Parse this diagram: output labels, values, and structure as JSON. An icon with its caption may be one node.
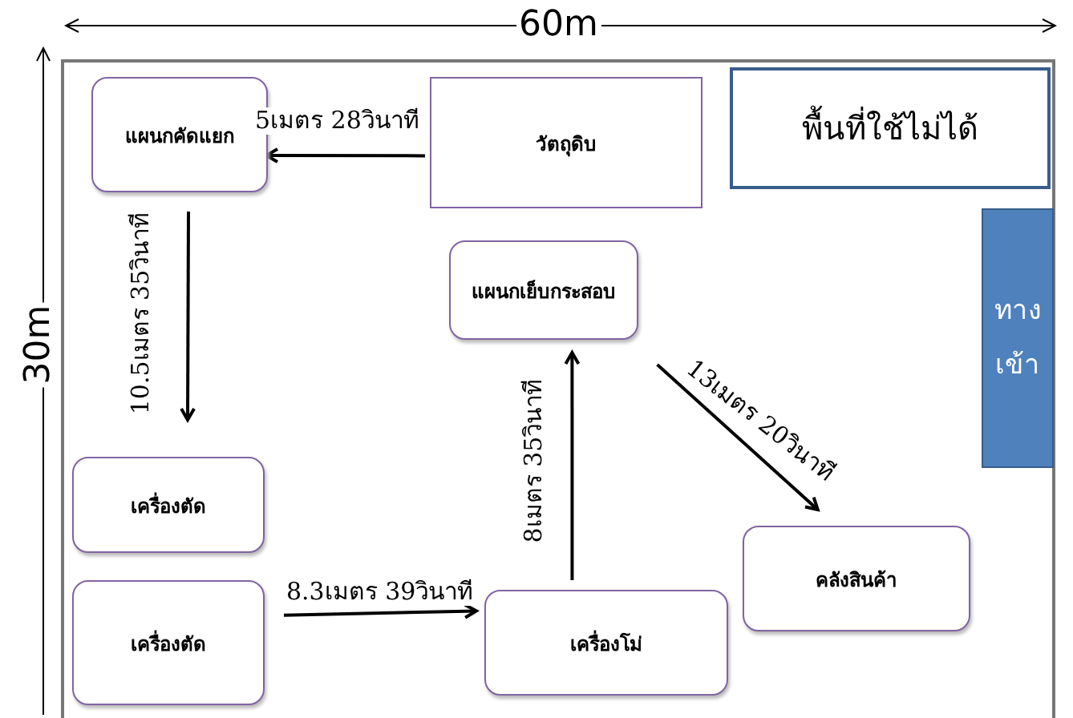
{
  "diagram": {
    "nodes": [
      {
        "text": [
          "แผนกคัดแยก"
        ]
      },
      {
        "text": [
          "วัตถุดิบ"
        ]
      },
      {
        "text": [
          "พื้นที่ใช้ไม่ได้"
        ]
      },
      {
        "text": [
          "ทาง เข้า"
        ]
      },
      {
        "text": [
          "แผนกเย็บกระสอบ"
        ]
      },
      {
        "text": [
          "เครื่องตัด"
        ]
      },
      {
        "text": [
          "คลังสินค้า"
        ]
      },
      {
        "text": [
          "เครื่องตัด"
        ]
      },
      {
        "text": [
          "เครื่องโม่"
        ]
      }
    ],
    "edges": [
      {
        "from": 1,
        "to": 0,
        "arrow": "to",
        "label": "5เมตร 28วินาที"
      },
      {
        "from": 0,
        "to": 5,
        "arrow": "to",
        "label": "10.5เมตร 35วินาที"
      },
      {
        "from": 7,
        "to": 8,
        "arrow": "to",
        "label": "8.3เมตร 39วินาที"
      },
      {
        "from": 8,
        "to": 4,
        "arrow": "to",
        "label": "8เมตร 35วินาที"
      },
      {
        "from": 4,
        "to": 6,
        "arrow": "to",
        "label": "13เมตร 20วินาที"
      }
    ],
    "labels": [
      "60m",
      "30m"
    ]
  }
}
